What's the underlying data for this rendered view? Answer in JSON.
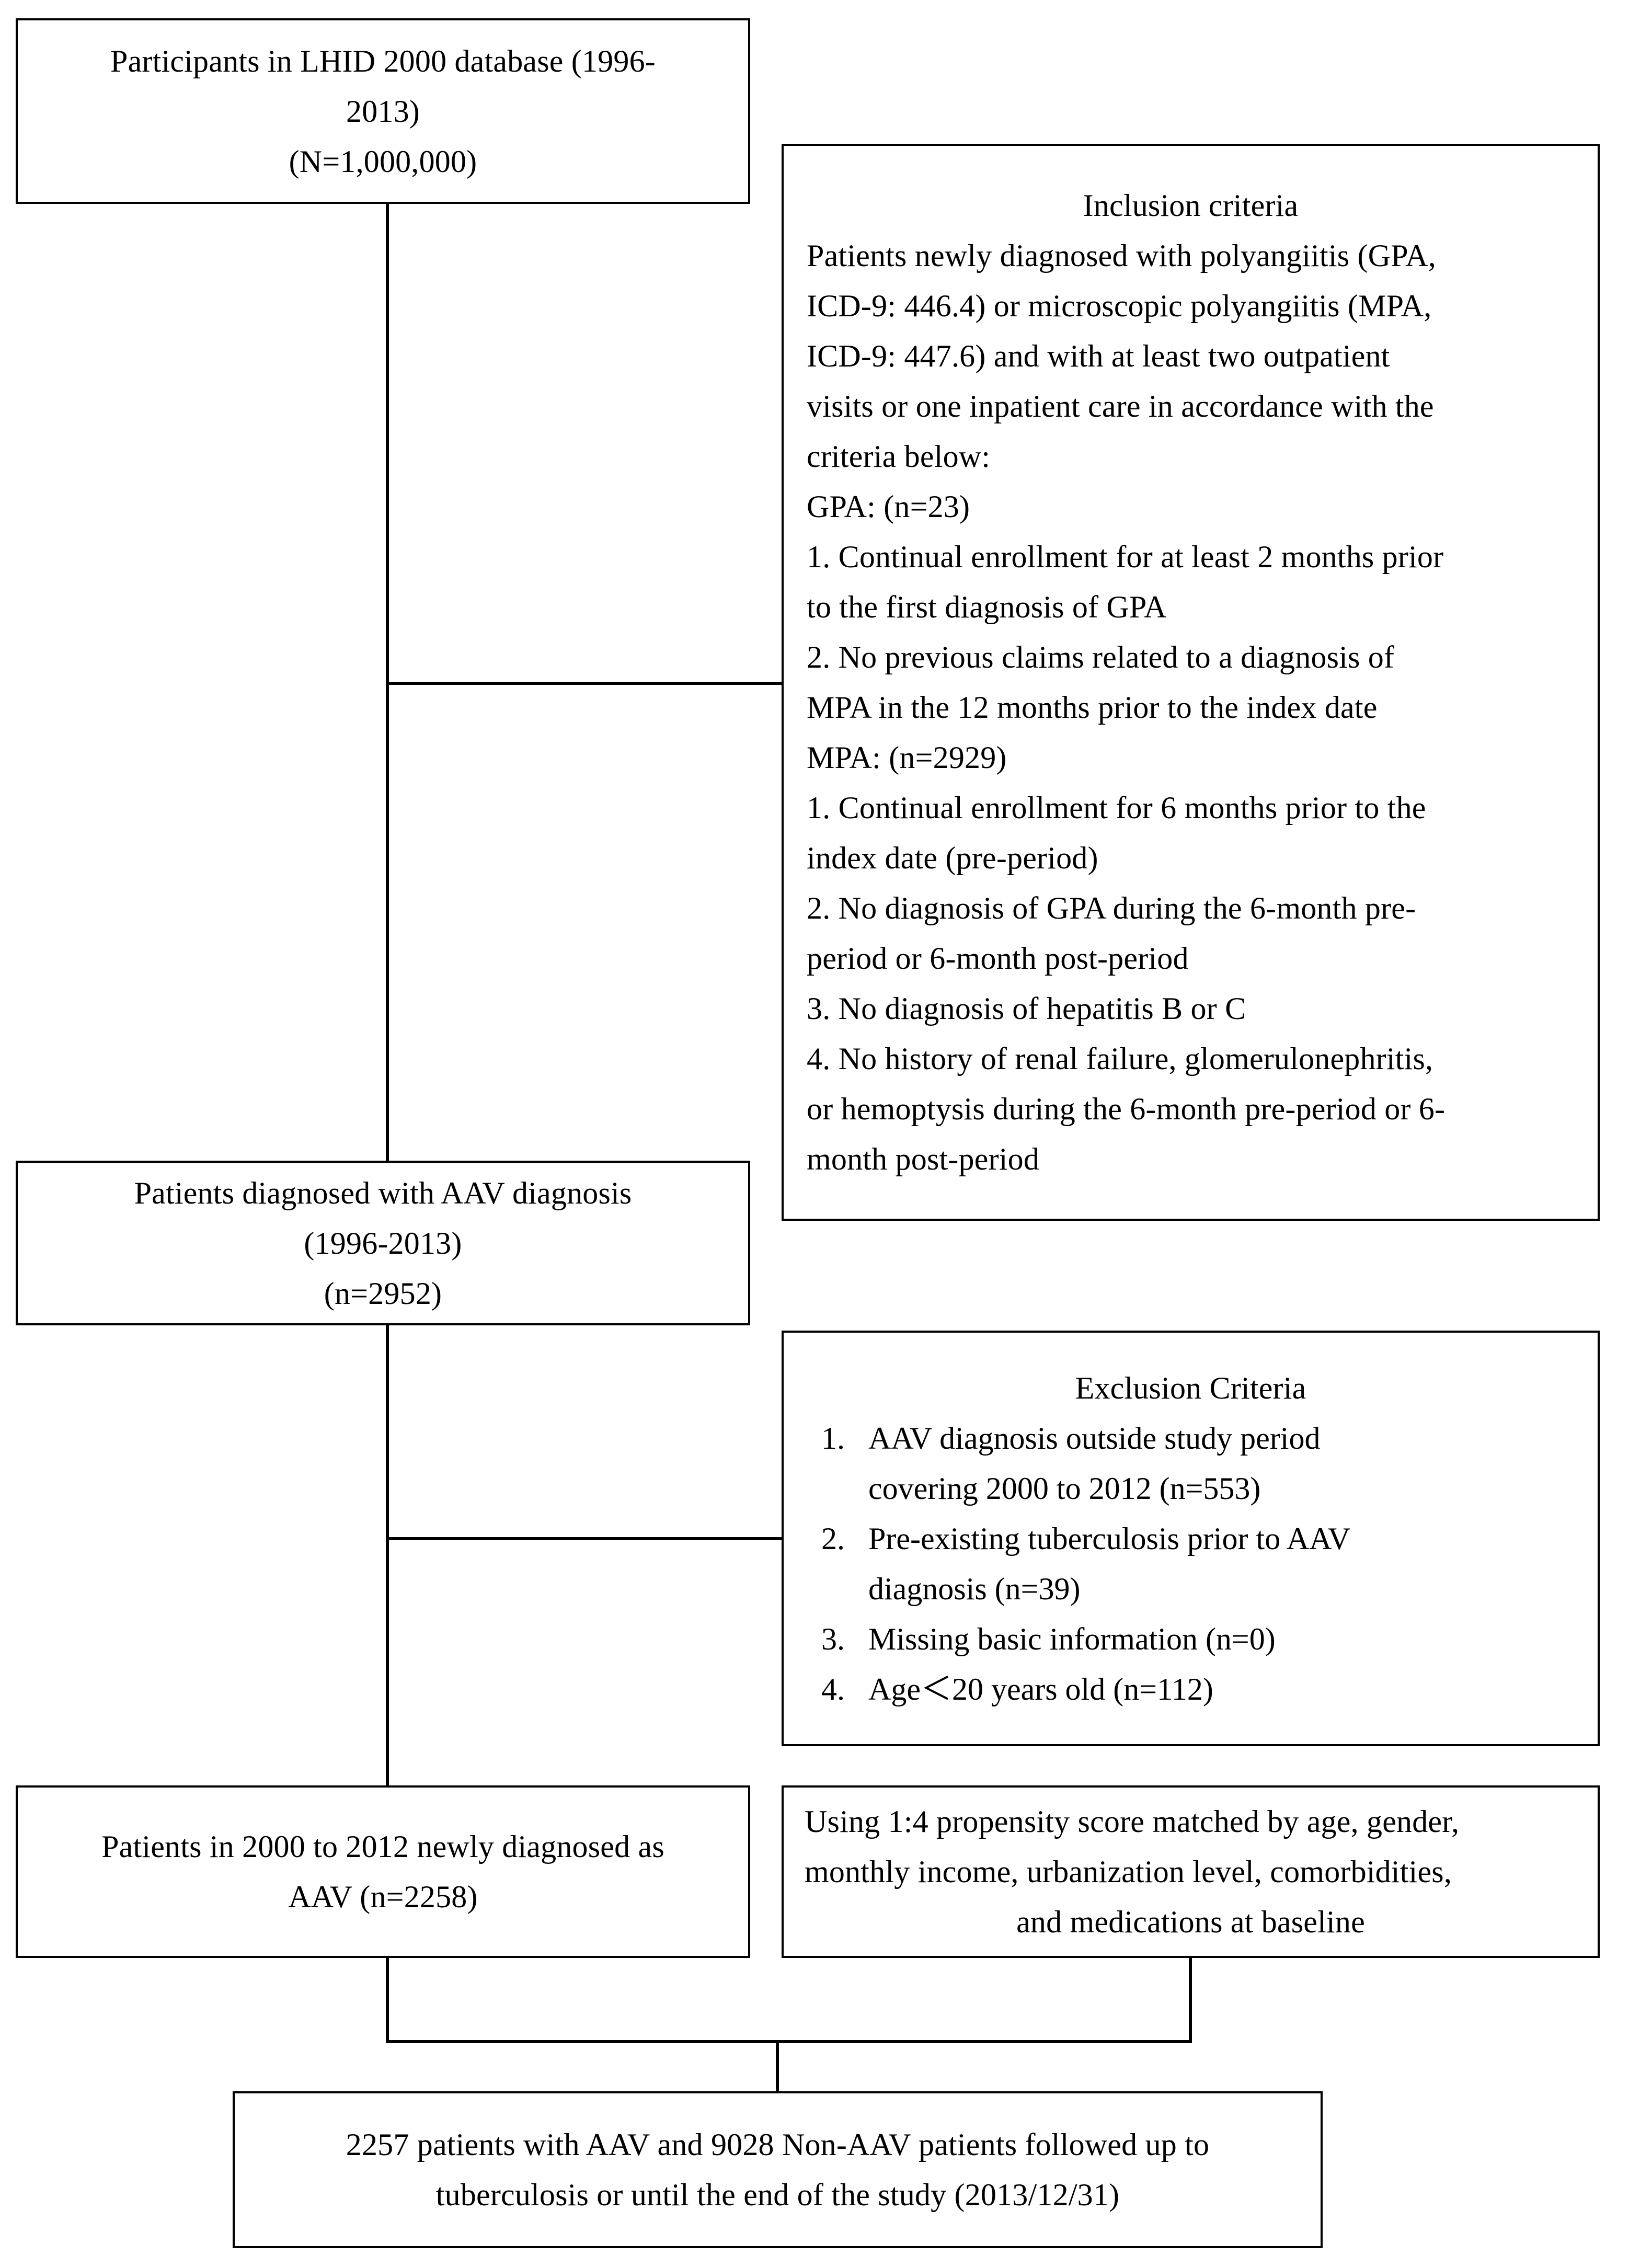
{
  "diagram": {
    "type": "flowchart",
    "title": "Study participant selection flow diagram"
  },
  "boxes": {
    "participants": {
      "line1": "Participants in LHID 2000 database (1996-",
      "line2": "2013)",
      "line3": "(N=1,000,000)"
    },
    "inclusion": {
      "heading": "Inclusion criteria",
      "lines": [
        "Patients newly diagnosed with polyangiitis (GPA,",
        "ICD-9: 446.4) or microscopic polyangiitis (MPA,",
        "ICD-9: 447.6) and with at least two outpatient",
        "visits or one inpatient care in accordance with the",
        "criteria below:",
        "GPA: (n=23)",
        "1. Continual enrollment for at least 2 months prior",
        "to the first diagnosis of GPA",
        "2. No previous claims related to a diagnosis of",
        "MPA in the 12 months prior to the index date",
        "MPA: (n=2929)",
        "1. Continual enrollment for 6 months prior to the",
        "index date (pre-period)",
        "2. No diagnosis of GPA during the 6-month pre-",
        "period or 6-month post-period",
        "3. No diagnosis of hepatitis B or C",
        "4. No history of renal failure, glomerulonephritis,",
        "or hemoptysis during the 6-month pre-period or 6-",
        "month post-period"
      ]
    },
    "aav_diagnosed": {
      "line1": "Patients diagnosed with AAV diagnosis",
      "line2": "(1996-2013)",
      "line3": "(n=2952)"
    },
    "exclusion": {
      "heading": "Exclusion Criteria",
      "items": [
        {
          "num": "1.",
          "lines": [
            "AAV diagnosis outside study period",
            "covering 2000 to 2012 (n=553)"
          ]
        },
        {
          "num": "2.",
          "lines": [
            "Pre-existing tuberculosis prior to AAV",
            "diagnosis (n=39)"
          ]
        },
        {
          "num": "3.",
          "lines": [
            "Missing basic information (n=0)"
          ]
        },
        {
          "num": "4.",
          "lines": [
            "Age＜20 years old (n=112)"
          ]
        }
      ]
    },
    "final_aav": {
      "line1": "Patients in 2000 to 2012 newly diagnosed as",
      "line2": "AAV (n=2258)"
    },
    "propensity": {
      "line1": "Using 1:4 propensity score matched by age, gender,",
      "line2": "monthly income, urbanization level, comorbidities,",
      "line3": "and medications at baseline"
    },
    "cohort": {
      "line1": "2257 patients with AAV and 9028 Non-AAV patients followed up to",
      "line2": "tuberculosis or until the end of the study (2013/12/31)"
    }
  },
  "colors": {
    "border": "#000000",
    "background": "#ffffff",
    "text": "#000000"
  }
}
